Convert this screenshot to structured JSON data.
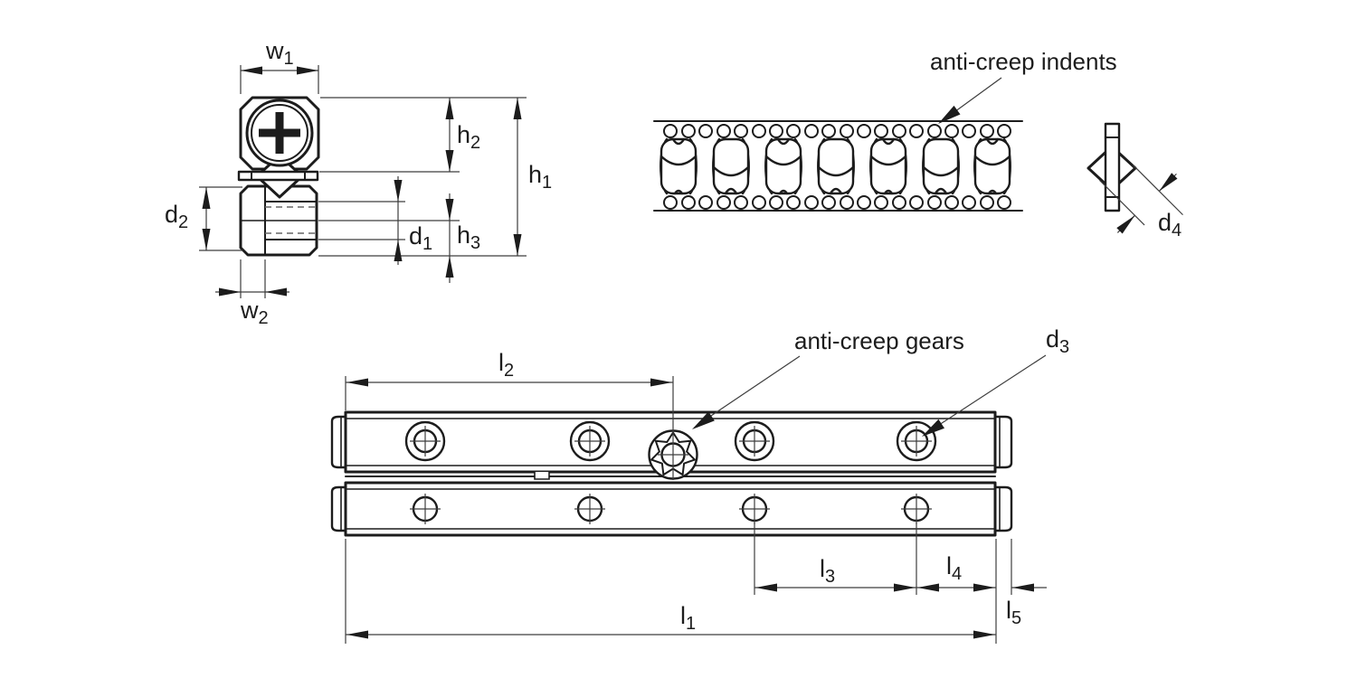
{
  "colors": {
    "background": "#ffffff",
    "outline": "#1c1c1c",
    "dimension_lines": "#3d3d3d"
  },
  "annotations": {
    "anti_creep_indents": "anti-creep indents",
    "anti_creep_gears": "anti-creep gears"
  },
  "dimensions": {
    "w1": {
      "base": "w",
      "sub": "1"
    },
    "w2": {
      "base": "w",
      "sub": "2"
    },
    "h1": {
      "base": "h",
      "sub": "1"
    },
    "h2": {
      "base": "h",
      "sub": "2"
    },
    "h3": {
      "base": "h",
      "sub": "3"
    },
    "d1": {
      "base": "d",
      "sub": "1"
    },
    "d2": {
      "base": "d",
      "sub": "2"
    },
    "d3": {
      "base": "d",
      "sub": "3"
    },
    "d4": {
      "base": "d",
      "sub": "4"
    },
    "l1": {
      "base": "l",
      "sub": "1"
    },
    "l2": {
      "base": "l",
      "sub": "2"
    },
    "l3": {
      "base": "l",
      "sub": "3"
    },
    "l4": {
      "base": "l",
      "sub": "4"
    },
    "l5": {
      "base": "l",
      "sub": "5"
    }
  }
}
